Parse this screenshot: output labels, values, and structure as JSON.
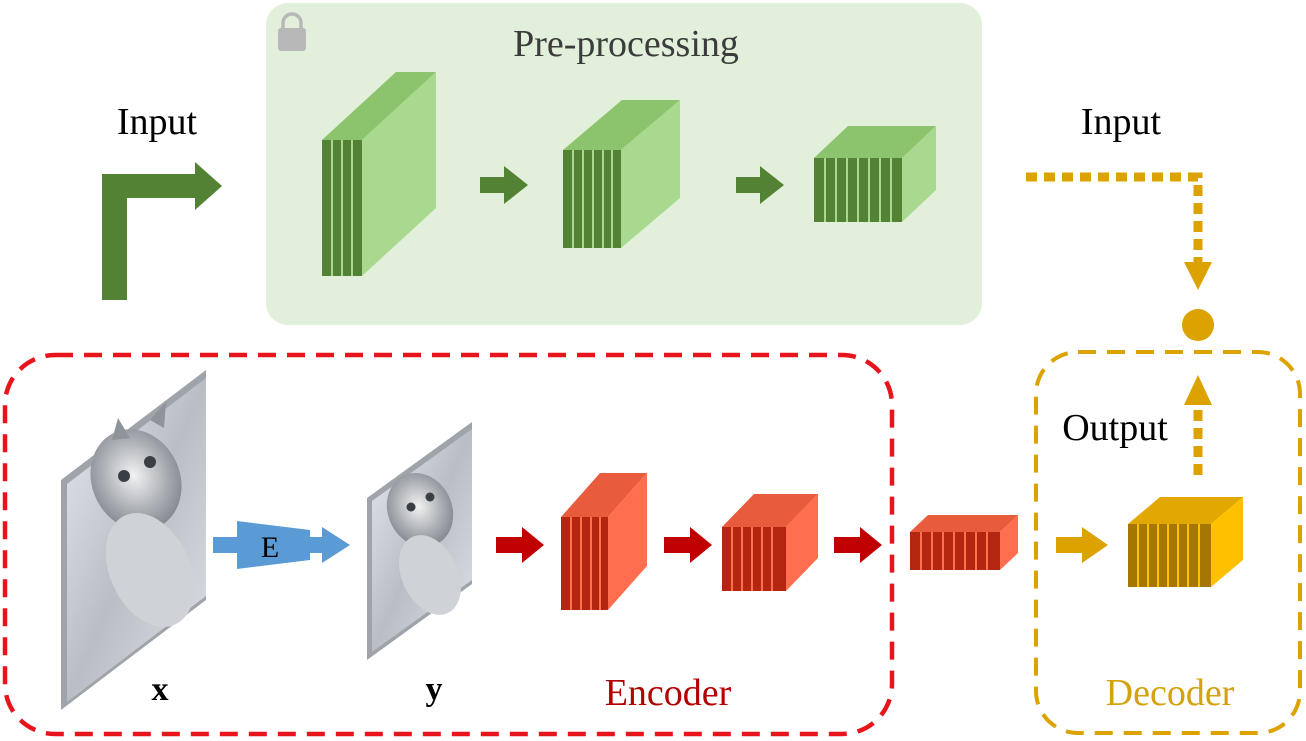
{
  "labels": {
    "preprocessing": "Pre-processing",
    "input_left": "Input",
    "input_right": "Input",
    "output": "Output",
    "encoder": "Encoder",
    "decoder": "Decoder",
    "transform": "E",
    "image_x": "x",
    "image_y": "y"
  },
  "icons": {
    "lock": "lock-icon"
  },
  "colors": {
    "preprocessing_panel": "#e2efda",
    "pre_block_face": "#a9d98e",
    "pre_block_slices": "#548235",
    "pre_arrow": "#548235",
    "encoder_border": "#e8141c",
    "encoder_label": "#b30000",
    "encoder_block_face": "#ff6f4f",
    "encoder_block_slices": "#b3260f",
    "encoder_arrow": "#c00000",
    "decoder_border": "#dba200",
    "decoder_label": "#d4a20a",
    "decoder_block_face": "#ffc000",
    "decoder_block_slices": "#a57600",
    "transform_arrow": "#5b9bd5"
  }
}
